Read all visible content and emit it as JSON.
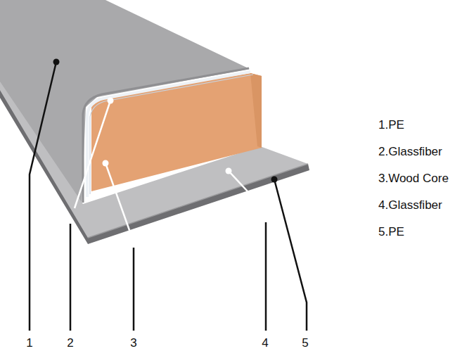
{
  "diagram": {
    "labels": [
      "1",
      "2",
      "3",
      "4",
      "5",
      "1.PE",
      "2.Glassfiber",
      "3.Wood Core",
      "4.Glassfiber",
      "5.PE"
    ]
  }
}
